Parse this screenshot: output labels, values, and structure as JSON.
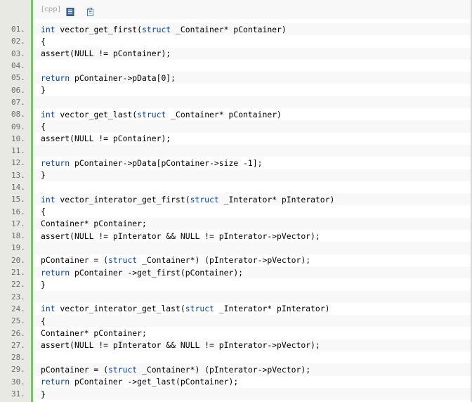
{
  "toolbar": {
    "language_label": "[cpp]",
    "icons": [
      "view-plain-icon",
      "copy-icon"
    ]
  },
  "code": {
    "lines": [
      {
        "n": "01.",
        "segs": [
          {
            "t": "int",
            "k": true
          },
          {
            "t": " vector_get_first(",
            "k": false
          },
          {
            "t": "struct",
            "k": true
          },
          {
            "t": " _Container* pContainer)",
            "k": false
          }
        ]
      },
      {
        "n": "02.",
        "segs": [
          {
            "t": "{",
            "k": false
          }
        ]
      },
      {
        "n": "03.",
        "segs": [
          {
            "t": "assert(NULL != pContainer);",
            "k": false
          }
        ]
      },
      {
        "n": "04.",
        "segs": []
      },
      {
        "n": "05.",
        "segs": [
          {
            "t": "return",
            "k": true
          },
          {
            "t": " pContainer->pData[0];",
            "k": false
          }
        ]
      },
      {
        "n": "06.",
        "segs": [
          {
            "t": "}",
            "k": false
          }
        ]
      },
      {
        "n": "07.",
        "segs": []
      },
      {
        "n": "08.",
        "segs": [
          {
            "t": "int",
            "k": true
          },
          {
            "t": " vector_get_last(",
            "k": false
          },
          {
            "t": "struct",
            "k": true
          },
          {
            "t": " _Container* pContainer)",
            "k": false
          }
        ]
      },
      {
        "n": "09.",
        "segs": [
          {
            "t": "{",
            "k": false
          }
        ]
      },
      {
        "n": "10.",
        "segs": [
          {
            "t": "assert(NULL != pContainer);",
            "k": false
          }
        ]
      },
      {
        "n": "11.",
        "segs": []
      },
      {
        "n": "12.",
        "segs": [
          {
            "t": "return",
            "k": true
          },
          {
            "t": " pContainer->pData[pContainer->size -1];",
            "k": false
          }
        ]
      },
      {
        "n": "13.",
        "segs": [
          {
            "t": "}",
            "k": false
          }
        ]
      },
      {
        "n": "14.",
        "segs": []
      },
      {
        "n": "15.",
        "segs": [
          {
            "t": "int",
            "k": true
          },
          {
            "t": " vector_interator_get_first(",
            "k": false
          },
          {
            "t": "struct",
            "k": true
          },
          {
            "t": " _Interator* pInterator)",
            "k": false
          }
        ]
      },
      {
        "n": "16.",
        "segs": [
          {
            "t": "{",
            "k": false
          }
        ]
      },
      {
        "n": "17.",
        "segs": [
          {
            "t": "Container* pContainer;",
            "k": false
          }
        ]
      },
      {
        "n": "18.",
        "segs": [
          {
            "t": "assert(NULL != pInterator && NULL != pInterator->pVector);",
            "k": false
          }
        ]
      },
      {
        "n": "19.",
        "segs": []
      },
      {
        "n": "20.",
        "segs": [
          {
            "t": "pContainer = (",
            "k": false
          },
          {
            "t": "struct",
            "k": true
          },
          {
            "t": " _Container*) (pInterator->pVector);",
            "k": false
          }
        ]
      },
      {
        "n": "21.",
        "segs": [
          {
            "t": "return",
            "k": true
          },
          {
            "t": " pContainer ->get_first(pContainer);",
            "k": false
          }
        ]
      },
      {
        "n": "22.",
        "segs": [
          {
            "t": "}",
            "k": false
          }
        ]
      },
      {
        "n": "23.",
        "segs": []
      },
      {
        "n": "24.",
        "segs": [
          {
            "t": "int",
            "k": true
          },
          {
            "t": " vector_interator_get_last(",
            "k": false
          },
          {
            "t": "struct",
            "k": true
          },
          {
            "t": " _Interator* pInterator)",
            "k": false
          }
        ]
      },
      {
        "n": "25.",
        "segs": [
          {
            "t": "{",
            "k": false
          }
        ]
      },
      {
        "n": "26.",
        "segs": [
          {
            "t": "Container* pContainer;",
            "k": false
          }
        ]
      },
      {
        "n": "27.",
        "segs": [
          {
            "t": "assert(NULL != pInterator && NULL != pInterator->pVector);",
            "k": false
          }
        ]
      },
      {
        "n": "28.",
        "segs": []
      },
      {
        "n": "29.",
        "segs": [
          {
            "t": "pContainer = (",
            "k": false
          },
          {
            "t": "struct",
            "k": true
          },
          {
            "t": " _Container*) (pInterator->pVector);",
            "k": false
          }
        ]
      },
      {
        "n": "30.",
        "segs": [
          {
            "t": "return",
            "k": true
          },
          {
            "t": " pContainer ->get_last(pContainer);",
            "k": false
          }
        ]
      },
      {
        "n": "31.",
        "segs": [
          {
            "t": "}",
            "k": false
          }
        ]
      }
    ]
  },
  "colors": {
    "keyword": "#0044aa",
    "gutter": "#e9e9e3",
    "accent_bar": "#6ccf55",
    "alt_row": "#f8f8f8"
  }
}
